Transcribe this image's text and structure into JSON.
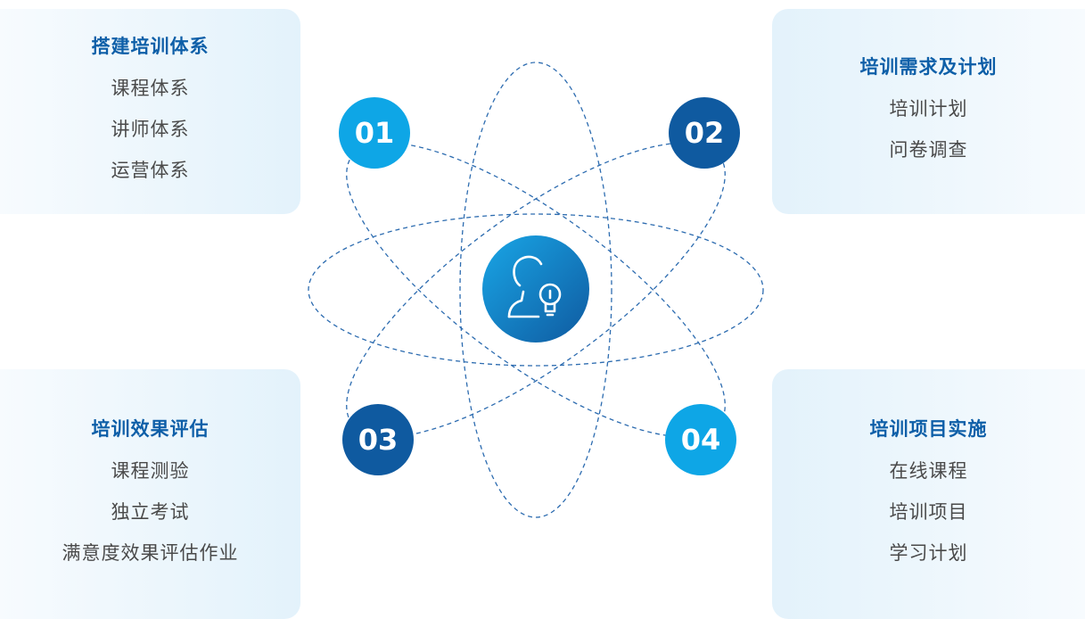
{
  "colors": {
    "light_blue": "#0ea6e6",
    "dark_blue": "#0f5aa0",
    "title_blue": "#0e5fa8",
    "orbit": "#2d6cb0"
  },
  "center": {
    "icon": "person-lightbulb-icon"
  },
  "steps": [
    {
      "num": "01",
      "title": "搭建培训体系",
      "items": [
        "课程体系",
        "讲师体系",
        "运营体系"
      ]
    },
    {
      "num": "02",
      "title": "培训需求及计划",
      "items": [
        "培训计划",
        "问卷调查"
      ]
    },
    {
      "num": "03",
      "title": "培训效果评估",
      "items": [
        "课程测验",
        "独立考试",
        "满意度效果评估作业"
      ]
    },
    {
      "num": "04",
      "title": "培训项目实施",
      "items": [
        "在线课程",
        "培训项目",
        "学习计划"
      ]
    }
  ]
}
